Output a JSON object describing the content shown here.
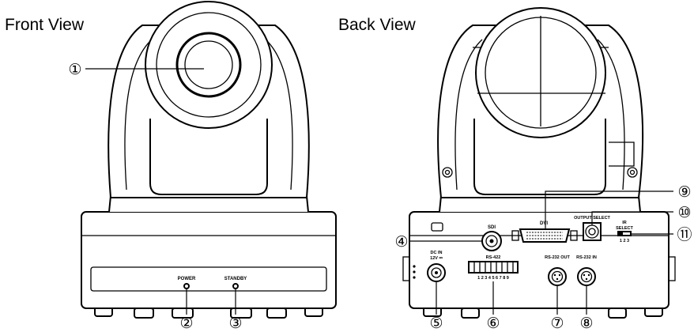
{
  "front_title": "Front View",
  "back_title": "Back View",
  "front_panel": {
    "power": "POWER",
    "standby": "STANDBY"
  },
  "back_panel": {
    "sdi": "SDI",
    "dvi": "DVI",
    "output_select": "OUTPUT SELECT",
    "ir": "IR",
    "select": "SELECT",
    "select_positions": "1  2  3",
    "dc_in_1": "DC IN",
    "dc_in_2": "12V ⎓",
    "rs422": "RS-422",
    "rs422_pins": "1 2 3 4 5 6 7 8 9",
    "rs232_out": "RS-232 OUT",
    "rs232_in": "RS-232 IN"
  },
  "callouts": [
    {
      "num": "①"
    },
    {
      "num": "②"
    },
    {
      "num": "③"
    },
    {
      "num": "④"
    },
    {
      "num": "⑤"
    },
    {
      "num": "⑥"
    },
    {
      "num": "⑦"
    },
    {
      "num": "⑧"
    },
    {
      "num": "⑨"
    },
    {
      "num": "⑩"
    },
    {
      "num": "⑪"
    }
  ]
}
